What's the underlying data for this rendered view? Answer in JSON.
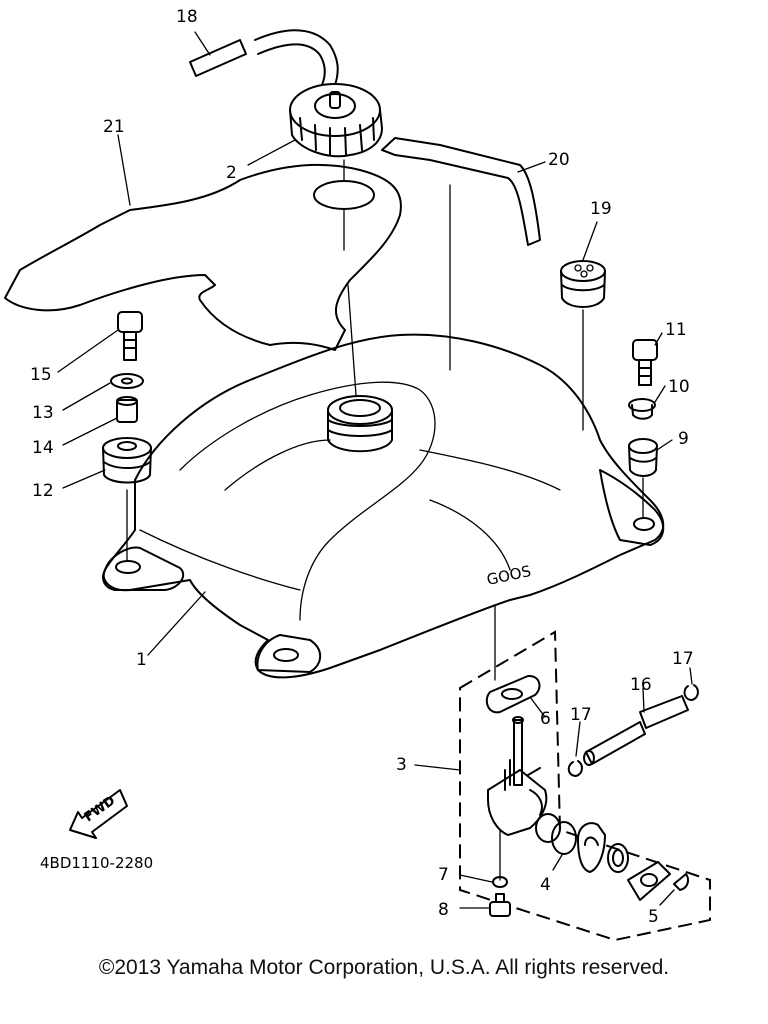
{
  "diagram": {
    "part_numbers": {
      "p1": "1",
      "p2": "2",
      "p3": "3",
      "p4": "4",
      "p5": "5",
      "p6": "6",
      "p7": "7",
      "p8": "8",
      "p9": "9",
      "p10": "10",
      "p11": "11",
      "p12": "12",
      "p13": "13",
      "p14": "14",
      "p15": "15",
      "p16": "16",
      "p17a": "17",
      "p17b": "17",
      "p18": "18",
      "p19": "19",
      "p20": "20",
      "p21": "21"
    },
    "fwd_label": "FWD",
    "reference_code": "4BD1110-2280",
    "tank_marking": "GOOS"
  },
  "footer": {
    "copyright": "©2013 Yamaha Motor Corporation, U.S.A. All rights reserved."
  }
}
